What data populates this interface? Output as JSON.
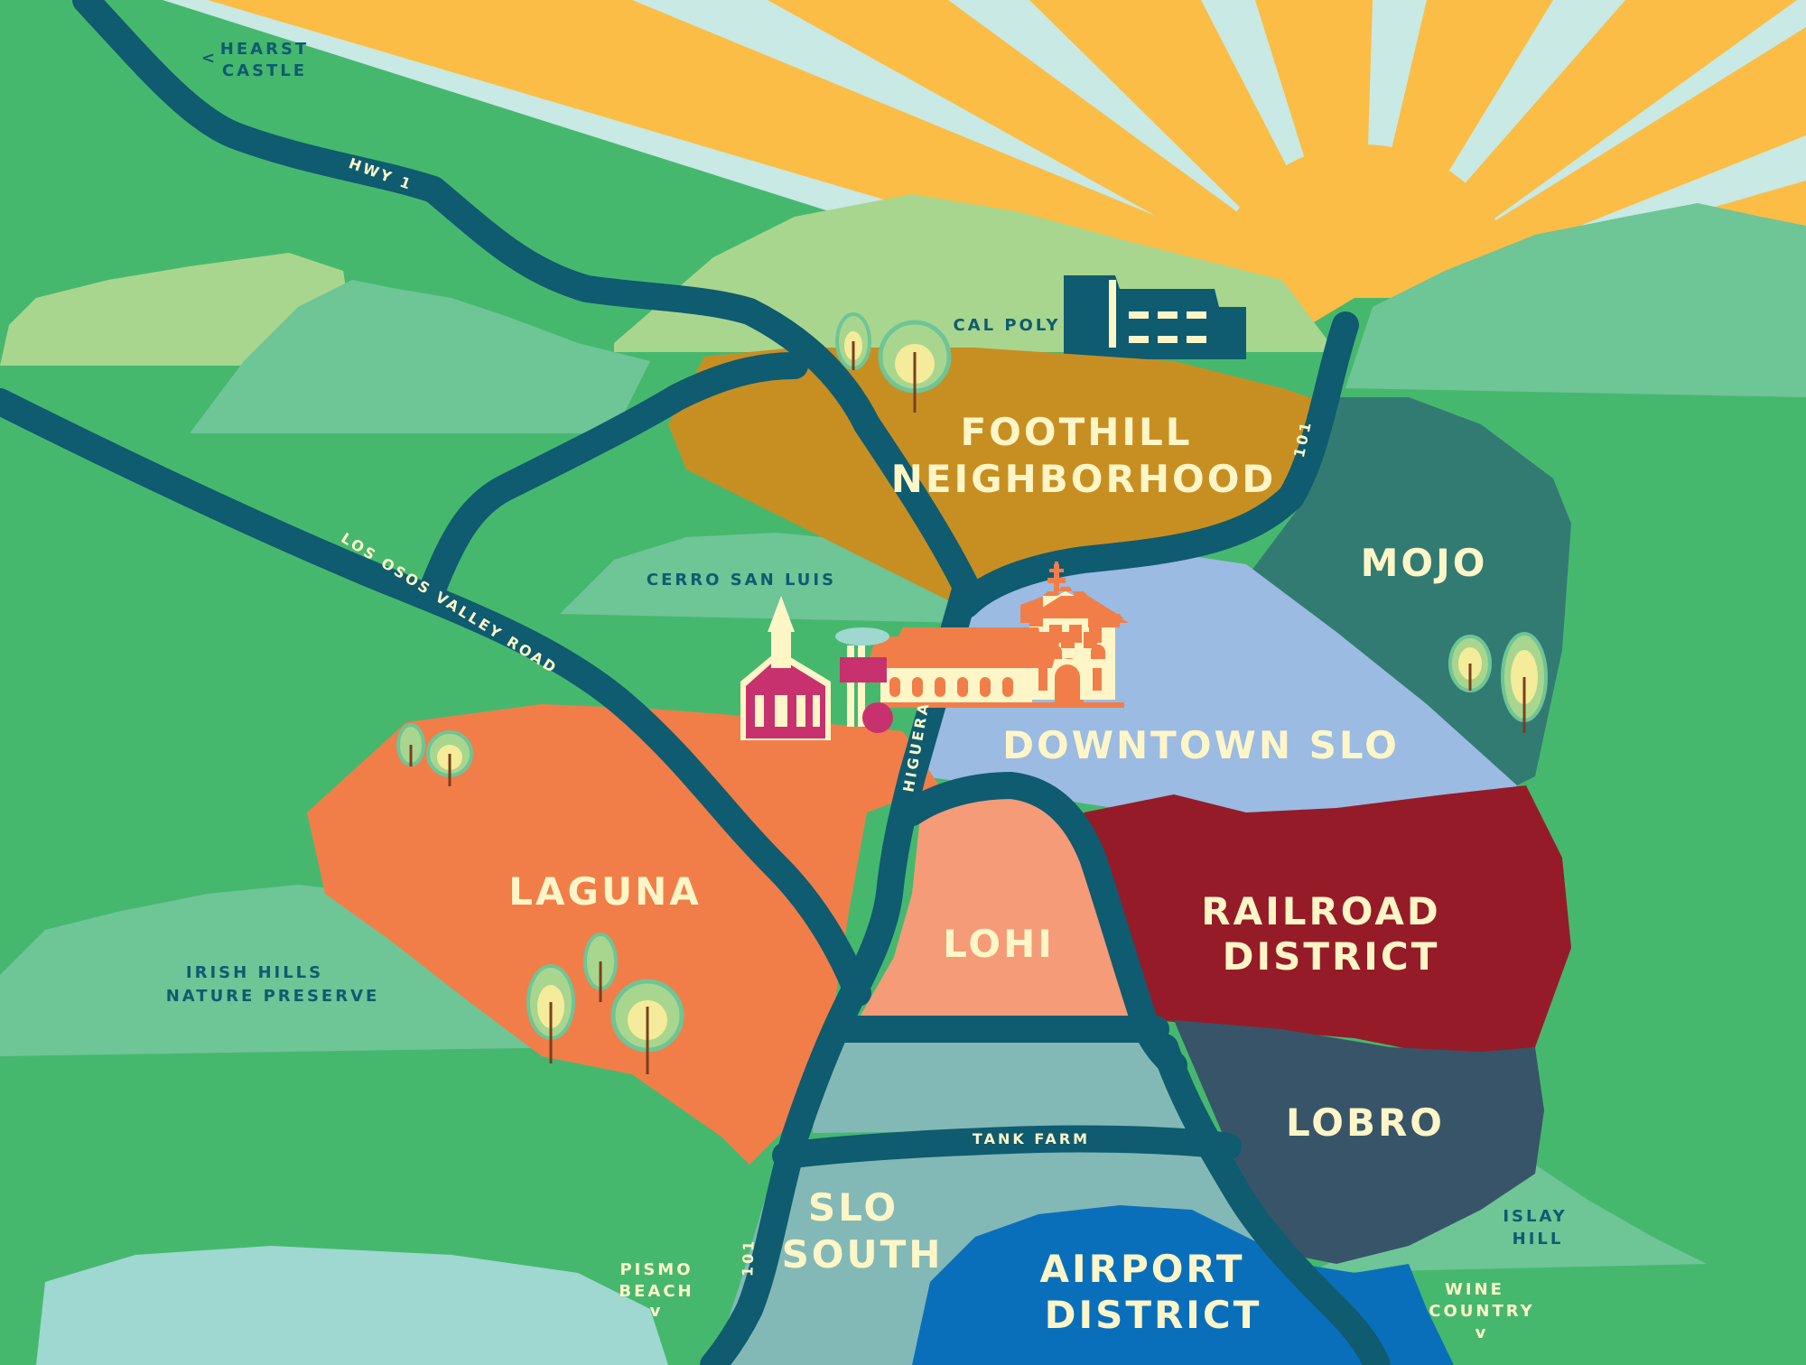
{
  "colors": {
    "grass": "#46b86e",
    "sky": "#c8e9e4",
    "sun": "#fbbd45",
    "road": "#0f5b70",
    "hill_light": "#a9d68e",
    "hill_mid": "#6ec596",
    "foothill": "#c78f22",
    "mojo": "#327b73",
    "downtown": "#9bbbe3",
    "laguna": "#f17e49",
    "lohi": "#f59b78",
    "railroad": "#961b28",
    "lobro": "#385468",
    "band": "#82b9b6",
    "airport": "#0a6fbb",
    "label_light": "#fff6c8",
    "label_dark": "#0f5b70"
  },
  "districts": {
    "foothill_line1": "FOOTHILL",
    "foothill_line2": "NEIGHBORHOOD",
    "mojo": "MOJO",
    "downtown": "DOWNTOWN SLO",
    "laguna": "LAGUNA",
    "lohi": "LOHI",
    "railroad_line1": "RAILROAD",
    "railroad_line2": "DISTRICT",
    "lobro": "LOBRO",
    "slo_south_line1": "SLO",
    "slo_south_line2": "SOUTH",
    "airport_line1": "AIRPORT",
    "airport_line2": "DISTRICT"
  },
  "landmarks": {
    "hearst_line1": "HEARST",
    "hearst_line2": "CASTLE",
    "hearst_arrow": "<",
    "cal_poly": "CAL POLY",
    "cerro_san_luis": "CERRO SAN LUIS",
    "irish_line1": "IRISH HILLS",
    "irish_line2": "NATURE PRESERVE",
    "islay_line1": "ISLAY",
    "islay_line2": "HILL",
    "pismo_line1": "PISMO",
    "pismo_line2": "BEACH",
    "pismo_arrow": "v",
    "wine_line1": "WINE",
    "wine_line2": "COUNTRY",
    "wine_arrow": "v"
  },
  "roads": {
    "hwy1": "HWY 1",
    "los_osos": "LOS OSOS VALLEY ROAD",
    "hwy101_north": "101",
    "hwy101_south": "101",
    "higuera": "HIGUERA",
    "tank_farm": "TANK FARM"
  }
}
